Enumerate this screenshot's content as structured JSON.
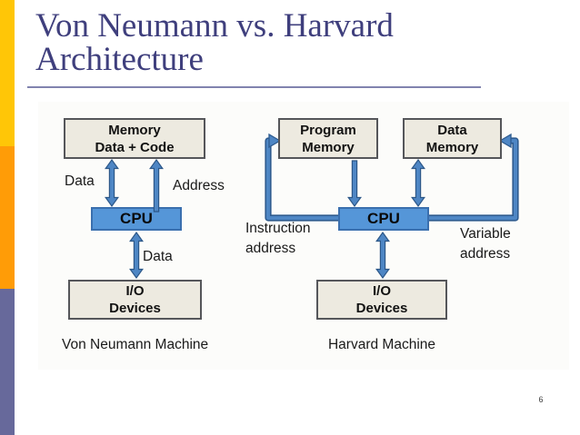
{
  "slide": {
    "title_line1": "Von Neumann vs. Harvard",
    "title_line2": "Architecture",
    "page_number": "6"
  },
  "von_neumann": {
    "caption": "Von Neumann Machine",
    "memory": {
      "l1": "Memory",
      "l2": "Data + Code"
    },
    "cpu": "CPU",
    "io": {
      "l1": "I/O",
      "l2": "Devices"
    },
    "labels": {
      "data_top": "Data",
      "address": "Address",
      "data_bottom": "Data"
    },
    "connections": [
      {
        "from": "Memory Data + Code",
        "to": "CPU",
        "label": "Data",
        "direction": "bidirectional"
      },
      {
        "from": "CPU",
        "to": "Memory Data + Code",
        "label": "Address",
        "direction": "up"
      },
      {
        "from": "CPU",
        "to": "I/O Devices",
        "label": "Data",
        "direction": "bidirectional"
      }
    ]
  },
  "harvard": {
    "caption": "Harvard Machine",
    "program_memory": {
      "l1": "Program",
      "l2": "Memory"
    },
    "data_memory": {
      "l1": "Data",
      "l2": "Memory"
    },
    "cpu": "CPU",
    "io": {
      "l1": "I/O",
      "l2": "Devices"
    },
    "labels": {
      "instruction_l1": "Instruction",
      "instruction_l2": "address",
      "variable_l1": "Variable",
      "variable_l2": "address"
    },
    "connections": [
      {
        "from": "Program Memory",
        "to": "CPU",
        "direction": "down"
      },
      {
        "from": "Data Memory",
        "to": "CPU",
        "direction": "bidirectional"
      },
      {
        "from": "CPU",
        "to": "Program Memory",
        "label": "Instruction address",
        "direction": "loop-left"
      },
      {
        "from": "CPU",
        "to": "Data Memory",
        "label": "Variable address",
        "direction": "loop-right"
      },
      {
        "from": "CPU",
        "to": "I/O Devices",
        "direction": "bidirectional"
      }
    ]
  },
  "colors": {
    "title_text": "#3F3F7D",
    "title_rule": "#8183AE",
    "accent_yellow": "#FFC607",
    "accent_orange": "#FF9C07",
    "accent_purple": "#67699B",
    "node_fill": "#EDEAE0",
    "node_border": "#55565A",
    "cpu_fill": "#5596D8",
    "arrow_blue": "#4E86C4",
    "arrow_outline": "#2E5B8F"
  }
}
